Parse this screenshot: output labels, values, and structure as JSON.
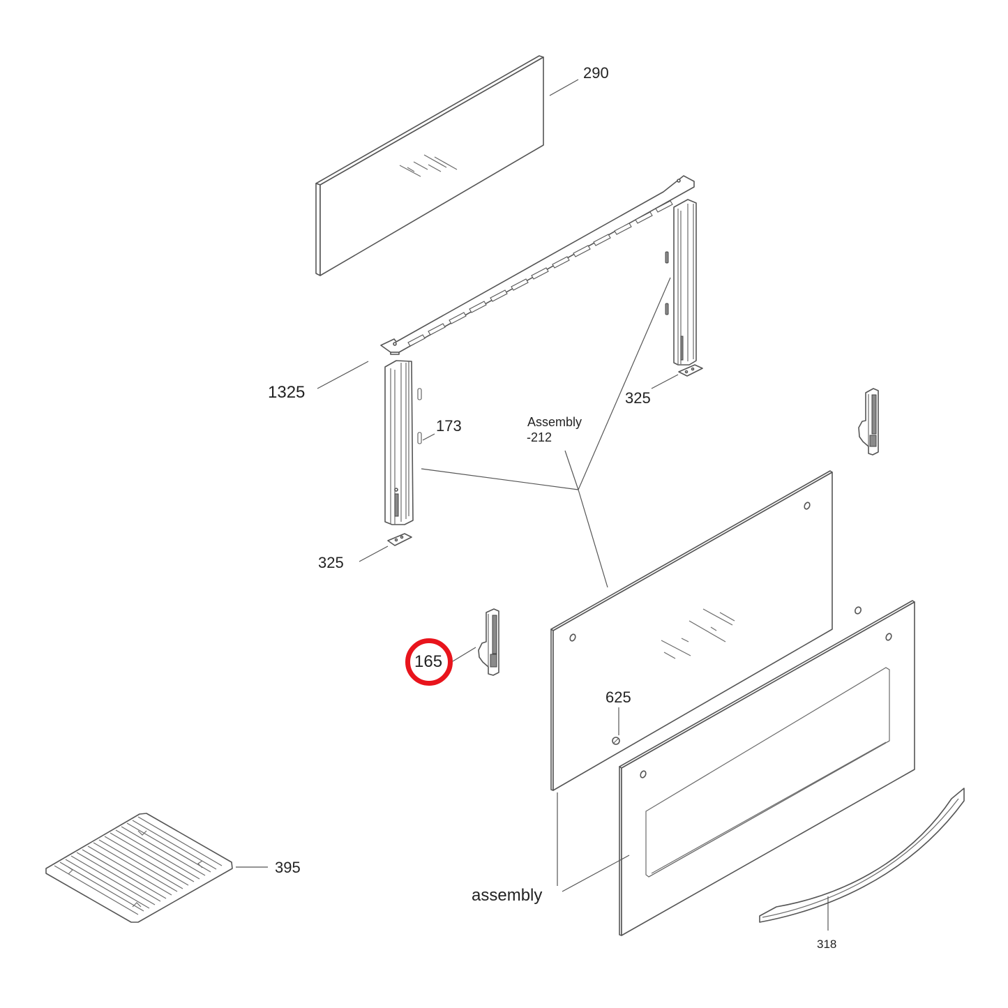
{
  "diagram": {
    "title": "Oven door exploded parts diagram",
    "highlight_color": "#e8141c",
    "line_color": "#555555",
    "highlighted_part": "165"
  },
  "callouts": [
    {
      "id": "290",
      "text": "290",
      "part": "outer-top-glass-panel"
    },
    {
      "id": "1325",
      "text": "1325",
      "part": "top-door-trim-strip"
    },
    {
      "id": "173",
      "text": "173",
      "part": "door-side-channel-clip"
    },
    {
      "id": "325_left",
      "text": "325",
      "part": "left-channel-bracket-plate"
    },
    {
      "id": "325_right",
      "text": "325",
      "part": "right-channel-bracket-plate"
    },
    {
      "id": "assembly_212_line1",
      "text": "Assembly",
      "part": "door-frame-assembly"
    },
    {
      "id": "assembly_212_line2",
      "text": "-212",
      "part": "door-frame-assembly"
    },
    {
      "id": "165",
      "text": "165",
      "part": "door-hinge",
      "highlighted": true
    },
    {
      "id": "625",
      "text": "625",
      "part": "glass-retaining-screw"
    },
    {
      "id": "395",
      "text": "395",
      "part": "oven-wire-rack"
    },
    {
      "id": "assembly",
      "text": "assembly",
      "part": "outer-door-glass-assembly"
    },
    {
      "id": "318",
      "text": "318",
      "part": "door-handle"
    }
  ]
}
